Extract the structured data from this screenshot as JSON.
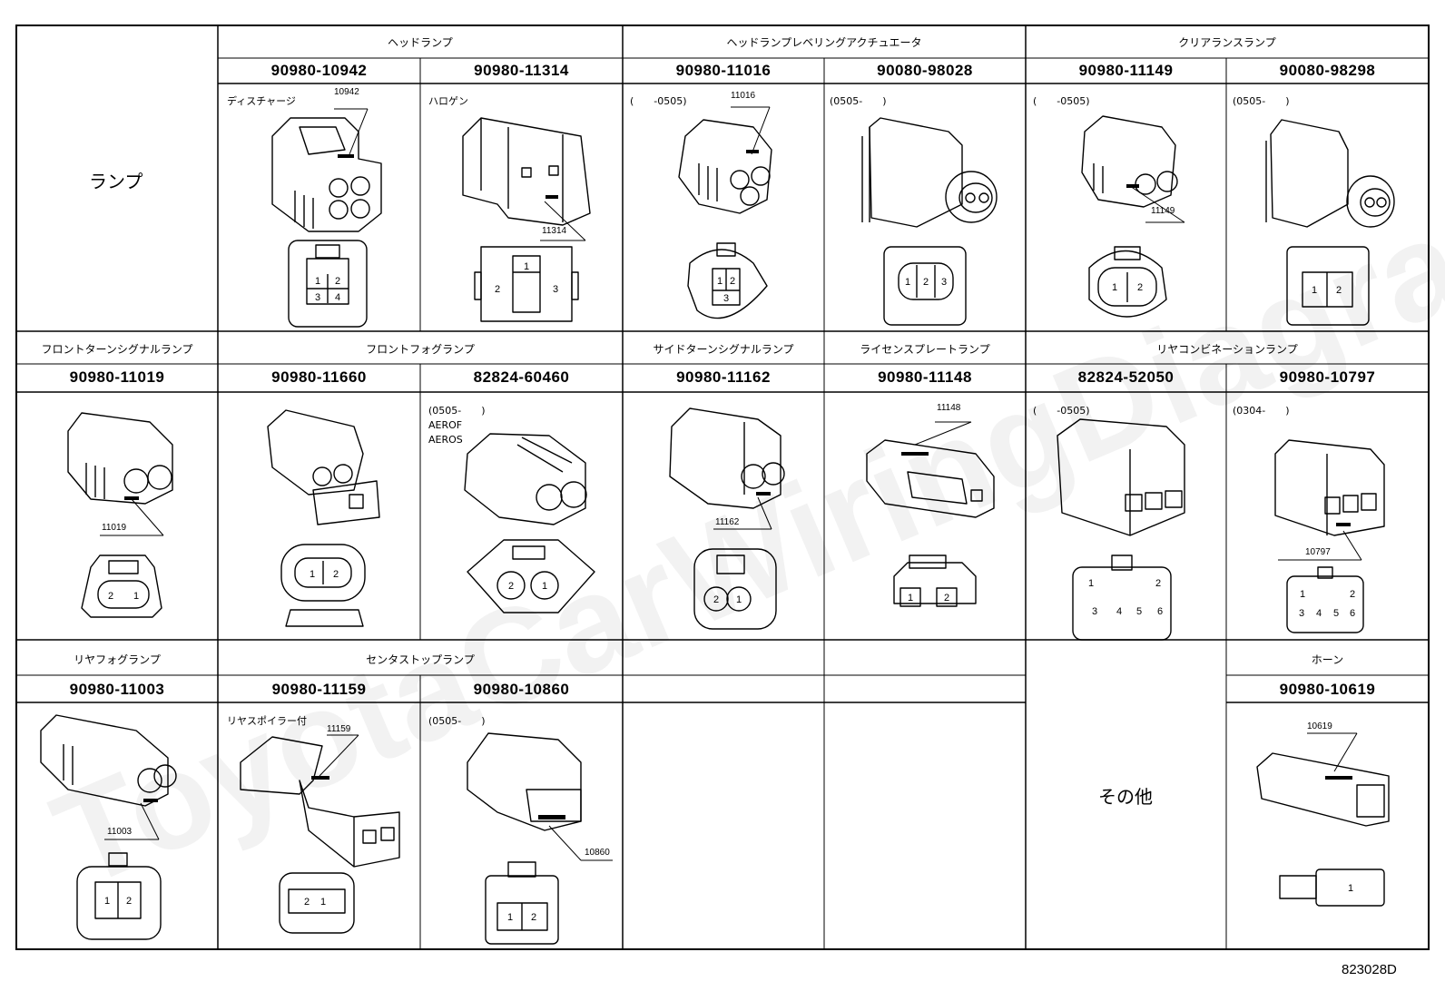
{
  "row1": {
    "category": "ランプ",
    "groups": [
      "ヘッドランプ",
      "ヘッドランプレベリングアクチュエータ",
      "クリアランスランプ"
    ],
    "parts": [
      "90980-10942",
      "90980-11314",
      "90980-11016",
      "90080-98028",
      "90980-11149",
      "90080-98298"
    ],
    "notes": [
      "ディスチャージ",
      "ハロゲン",
      "(　　-0505)",
      "(0505-　　)",
      "(　　-0505)",
      "(0505-　　)"
    ],
    "callouts": [
      "10942",
      "11314",
      "11016",
      "11149"
    ]
  },
  "row2": {
    "groups": [
      "フロントターンシグナルランプ",
      "フロントフォグランプ",
      "サイドターンシグナルランプ",
      "ライセンスプレートランプ",
      "リヤコンビネーションランプ"
    ],
    "parts": [
      "90980-11019",
      "90980-11660",
      "82824-60460",
      "90980-11162",
      "90980-11148",
      "82824-52050",
      "90980-10797"
    ],
    "notes": [
      "(0505-　　)",
      "AEROF",
      "AEROS",
      "(　　-0505)",
      "(0304-　　)"
    ],
    "callouts": [
      "11019",
      "11162",
      "11148",
      "10797"
    ]
  },
  "row3": {
    "groups": [
      "リヤフォグランプ",
      "センタストップランプ",
      "ホーン"
    ],
    "parts": [
      "90980-11003",
      "90980-11159",
      "90980-10860",
      "90980-10619"
    ],
    "notes": [
      "リヤスポイラー付",
      "(0505-　　)"
    ],
    "callouts": [
      "11003",
      "11159",
      "10860",
      "10619"
    ],
    "other": "その他"
  },
  "pins": {
    "p1": "1",
    "p2": "2",
    "p3": "3",
    "p4": "4",
    "p5": "5",
    "p6": "6"
  },
  "figure_id": "823028D",
  "watermark": "ToyotaCarWiringDiagram"
}
